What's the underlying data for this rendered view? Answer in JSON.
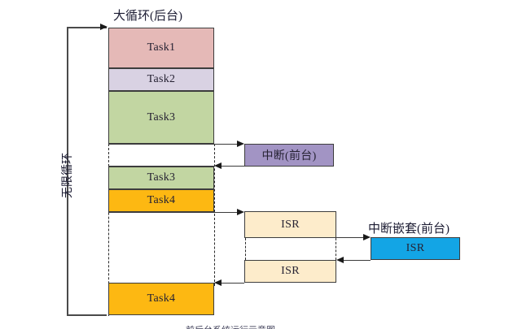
{
  "diagram": {
    "title_background_loop": "大循环(后台)",
    "label_infinite_loop": "无限循环",
    "label_interrupt_foreground": "中断(前台)",
    "label_nested_interrupt_foreground": "中断嵌套(前台)",
    "bottom_caption": "前后台系统运行示意图"
  },
  "colors": {
    "task1": "#e5b9b7",
    "task2": "#d9d2e3",
    "task3": "#c2d6a2",
    "task4": "#fdb812",
    "interrupt": "#a294c4",
    "isr": "#fdeccb",
    "nested_isr": "#13a5e5",
    "stroke": "#3d3d3d"
  },
  "blocks": [
    {
      "name": "task1",
      "label": "Task1"
    },
    {
      "name": "task2",
      "label": "Task2"
    },
    {
      "name": "task3-first",
      "label": "Task3"
    },
    {
      "name": "task3-second",
      "label": "Task3"
    },
    {
      "name": "task4-first",
      "label": "Task4"
    },
    {
      "name": "task4-second",
      "label": "Task4"
    },
    {
      "name": "isr-upper",
      "label": "ISR"
    },
    {
      "name": "isr-lower",
      "label": "ISR"
    },
    {
      "name": "isr-nested",
      "label": "ISR"
    }
  ]
}
